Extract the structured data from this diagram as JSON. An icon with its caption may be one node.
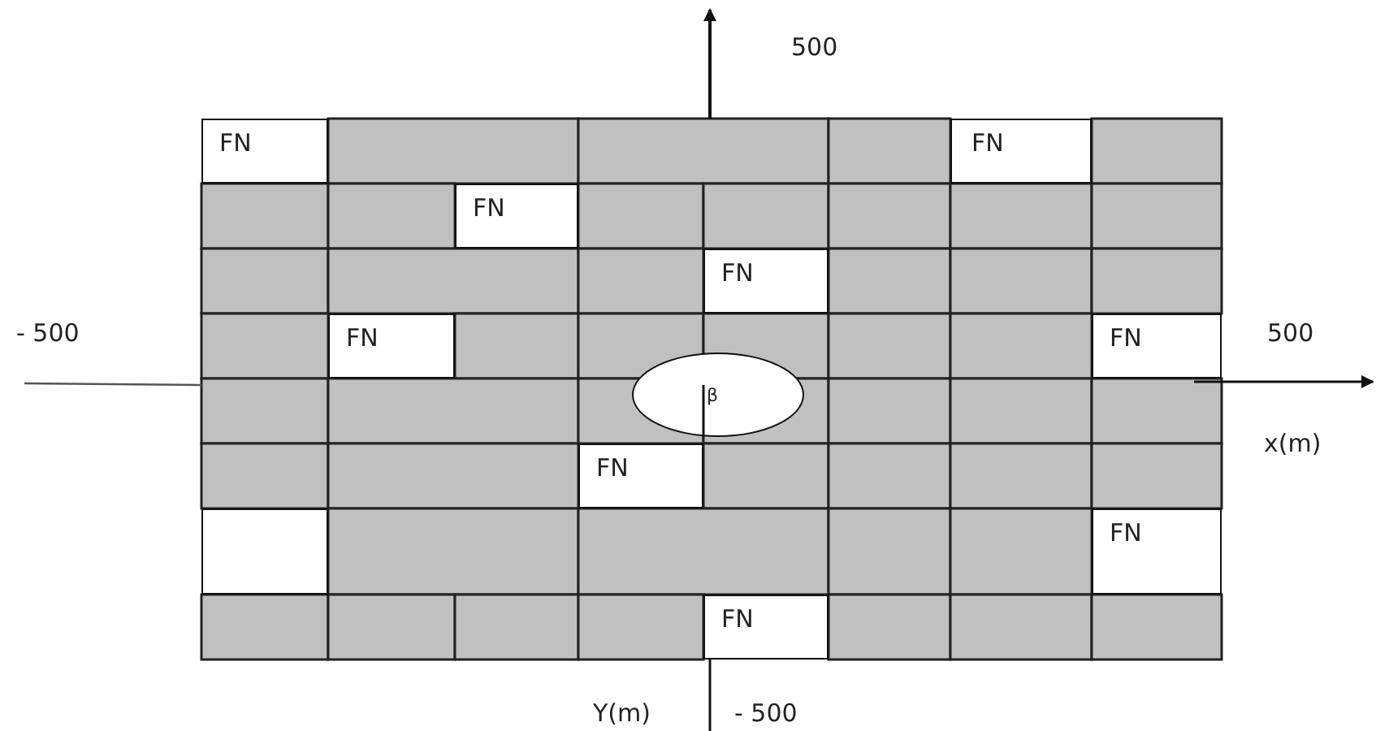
{
  "diagram": {
    "nodes": [
      {
        "text": [
          "FN"
        ]
      },
      {
        "text": [
          "FN"
        ]
      },
      {
        "text": [
          "FN"
        ]
      },
      {
        "text": [
          "FN"
        ]
      },
      {
        "text": [
          "FN"
        ]
      },
      {
        "text": [
          "FN"
        ]
      },
      {
        "text": [
          "β"
        ]
      },
      {
        "text": [
          "FN"
        ]
      },
      {
        "text": [],
        "shape": "box"
      },
      {
        "text": [
          "FN"
        ]
      },
      {
        "text": [
          "FN"
        ]
      }
    ],
    "labels": [
      "500",
      "- 500",
      "500",
      "x(m)",
      "Y(m)",
      "- 500"
    ]
  }
}
